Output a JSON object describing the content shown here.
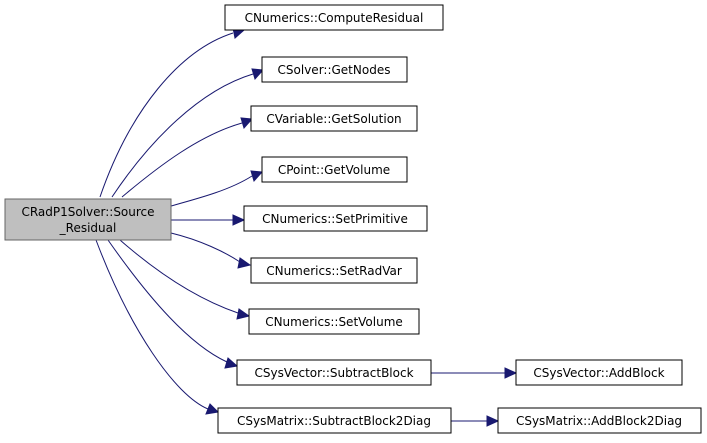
{
  "graph": {
    "source": {
      "label_line1": "CRadP1Solver::Source",
      "label_line2": "_Residual"
    },
    "callees": [
      {
        "label": "CNumerics::ComputeResidual"
      },
      {
        "label": "CSolver::GetNodes"
      },
      {
        "label": "CVariable::GetSolution"
      },
      {
        "label": "CPoint::GetVolume"
      },
      {
        "label": "CNumerics::SetPrimitive"
      },
      {
        "label": "CNumerics::SetRadVar"
      },
      {
        "label": "CNumerics::SetVolume"
      },
      {
        "label": "CSysVector::SubtractBlock"
      },
      {
        "label": "CSysMatrix::SubtractBlock2Diag"
      }
    ],
    "second_level": [
      {
        "label": "CSysVector::AddBlock"
      },
      {
        "label": "CSysMatrix::AddBlock2Diag"
      }
    ],
    "colors": {
      "edge": "#191970",
      "focus_fill": "#bfbfbf",
      "focus_border": "#666666",
      "node_fill": "#ffffff",
      "node_border": "#000000"
    }
  }
}
